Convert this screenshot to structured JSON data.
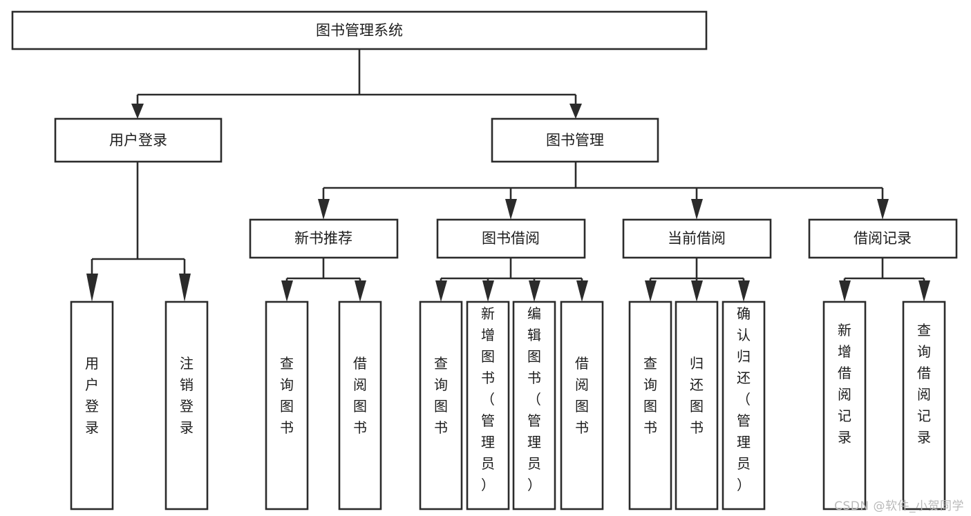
{
  "diagram": {
    "title": "图书管理系统",
    "type": "tree-hierarchy-chart",
    "watermark": "CSDN @软件_小贺同学",
    "colors": {
      "stroke": "#2b2b2b",
      "fill": "#ffffff",
      "text": "#1c1c1c",
      "watermark": "#b9b9b9"
    },
    "levels": {
      "root": {
        "label": "图书管理系统"
      },
      "level1": [
        {
          "label": "用户登录"
        },
        {
          "label": "图书管理"
        }
      ],
      "level2": [
        {
          "label": "新书推荐"
        },
        {
          "label": "图书借阅"
        },
        {
          "label": "当前借阅"
        },
        {
          "label": "借阅记录"
        }
      ],
      "leaves": {
        "user_login": [
          {
            "label": "用户登录"
          },
          {
            "label": "注销登录"
          }
        ],
        "new_book_recommend": [
          {
            "label": "查询图书"
          },
          {
            "label": "借阅图书"
          }
        ],
        "book_borrow": [
          {
            "label": "查询图书"
          },
          {
            "label": "新增图书（管理员）"
          },
          {
            "label": "编辑图书（管理员）"
          },
          {
            "label": "借阅图书"
          }
        ],
        "current_borrow": [
          {
            "label": "查询图书"
          },
          {
            "label": "归还图书"
          },
          {
            "label": "确认归还（管理员）"
          }
        ],
        "borrow_record": [
          {
            "label": "新增借阅记录"
          },
          {
            "label": "查询借阅记录"
          }
        ]
      }
    }
  }
}
